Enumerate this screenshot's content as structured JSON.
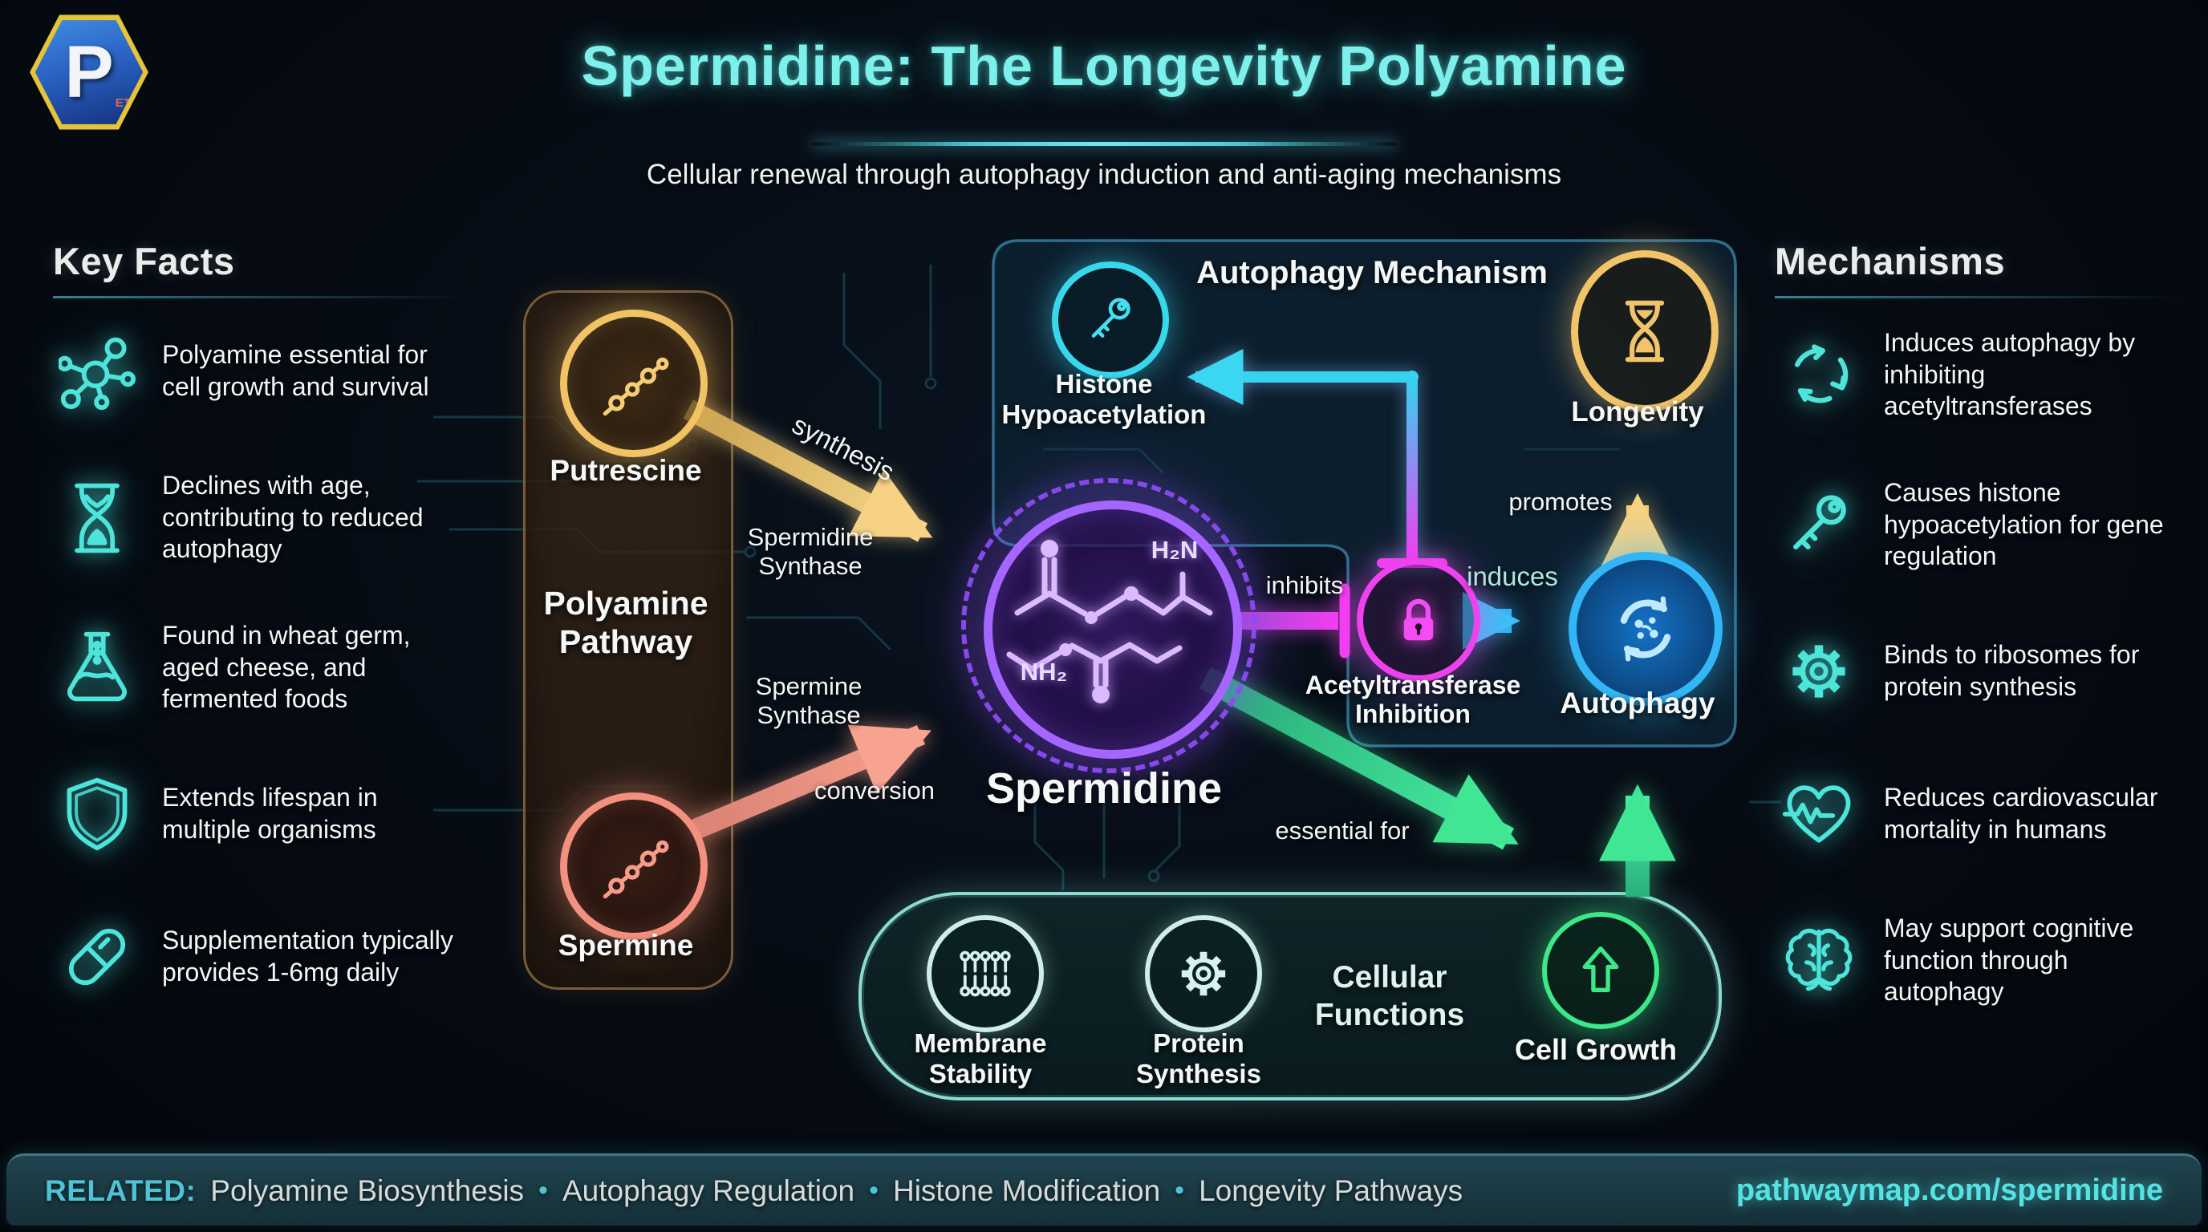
{
  "logo": {
    "letter": "P",
    "sub": "ET"
  },
  "header": {
    "title": "Spermidine: The Longevity Polyamine",
    "subtitle": "Cellular renewal through autophagy induction and anti-aging mechanisms"
  },
  "key_facts": {
    "heading": "Key Facts",
    "items": [
      {
        "icon": "molecule-icon",
        "text": "Polyamine essential for cell growth and survival"
      },
      {
        "icon": "hourglass-icon",
        "text": "Declines with age, contributing to reduced autophagy"
      },
      {
        "icon": "flask-icon",
        "text": "Found in wheat germ, aged cheese, and fermented foods"
      },
      {
        "icon": "shield-icon",
        "text": "Extends lifespan in multiple organisms"
      },
      {
        "icon": "pill-icon",
        "text": "Supplementation typically provides 1-6mg daily"
      }
    ]
  },
  "mechanisms": {
    "heading": "Mechanisms",
    "items": [
      {
        "icon": "cycle-icon",
        "text": "Induces autophagy by inhibiting acetyltransferases"
      },
      {
        "icon": "key-icon",
        "text": "Causes histone hypoacetylation for gene regulation"
      },
      {
        "icon": "gear-icon",
        "text": "Binds to ribosomes for protein synthesis"
      },
      {
        "icon": "heart-pulse-icon",
        "text": "Reduces cardiovascular mortality in humans"
      },
      {
        "icon": "brain-icon",
        "text": "May support cognitive function through autophagy"
      }
    ]
  },
  "pathway": {
    "title": "Polyamine Pathway",
    "putrescine": "Putrescine",
    "spermine": "Spermine"
  },
  "center": {
    "name": "Spermidine",
    "h2n": "H₂N",
    "nh2": "NH₂"
  },
  "auto_box": {
    "title": "Autophagy Mechanism",
    "histone": "Histone Hypoacetylation",
    "longevity": "Longevity",
    "acetyl": "Acetyltransferase Inhibition",
    "autophagy": "Autophagy"
  },
  "cell_box": {
    "title": "Cellular Functions",
    "membrane": "Membrane Stability",
    "protein": "Protein Synthesis",
    "growth": "Cell Growth"
  },
  "edges": {
    "synthesis": "synthesis",
    "spermidine_synthase": "Spermidine Synthase",
    "spermine_synthase": "Spermine Synthase",
    "conversion": "conversion",
    "inhibits": "inhibits",
    "induces": "induces",
    "promotes": "promotes",
    "essential": "essential for"
  },
  "footer": {
    "related": "RELATED:",
    "sep": "•",
    "items": [
      "Polyamine Biosynthesis",
      "Autophagy Regulation",
      "Histone Modification",
      "Longevity Pathways"
    ],
    "url": "pathwaymap.com/spermidine"
  },
  "colors": {
    "title_cyan": "#7df0ec",
    "accent_cyan": "#4de4da",
    "gold": "#f2c364",
    "salmon": "#f4907f",
    "purple": "#a566ff",
    "magenta": "#ee42ee",
    "blue": "#32b6f6",
    "green": "#3ce887",
    "pale_teal": "#cfeeea",
    "footer_teal": "#4fc3d4"
  }
}
